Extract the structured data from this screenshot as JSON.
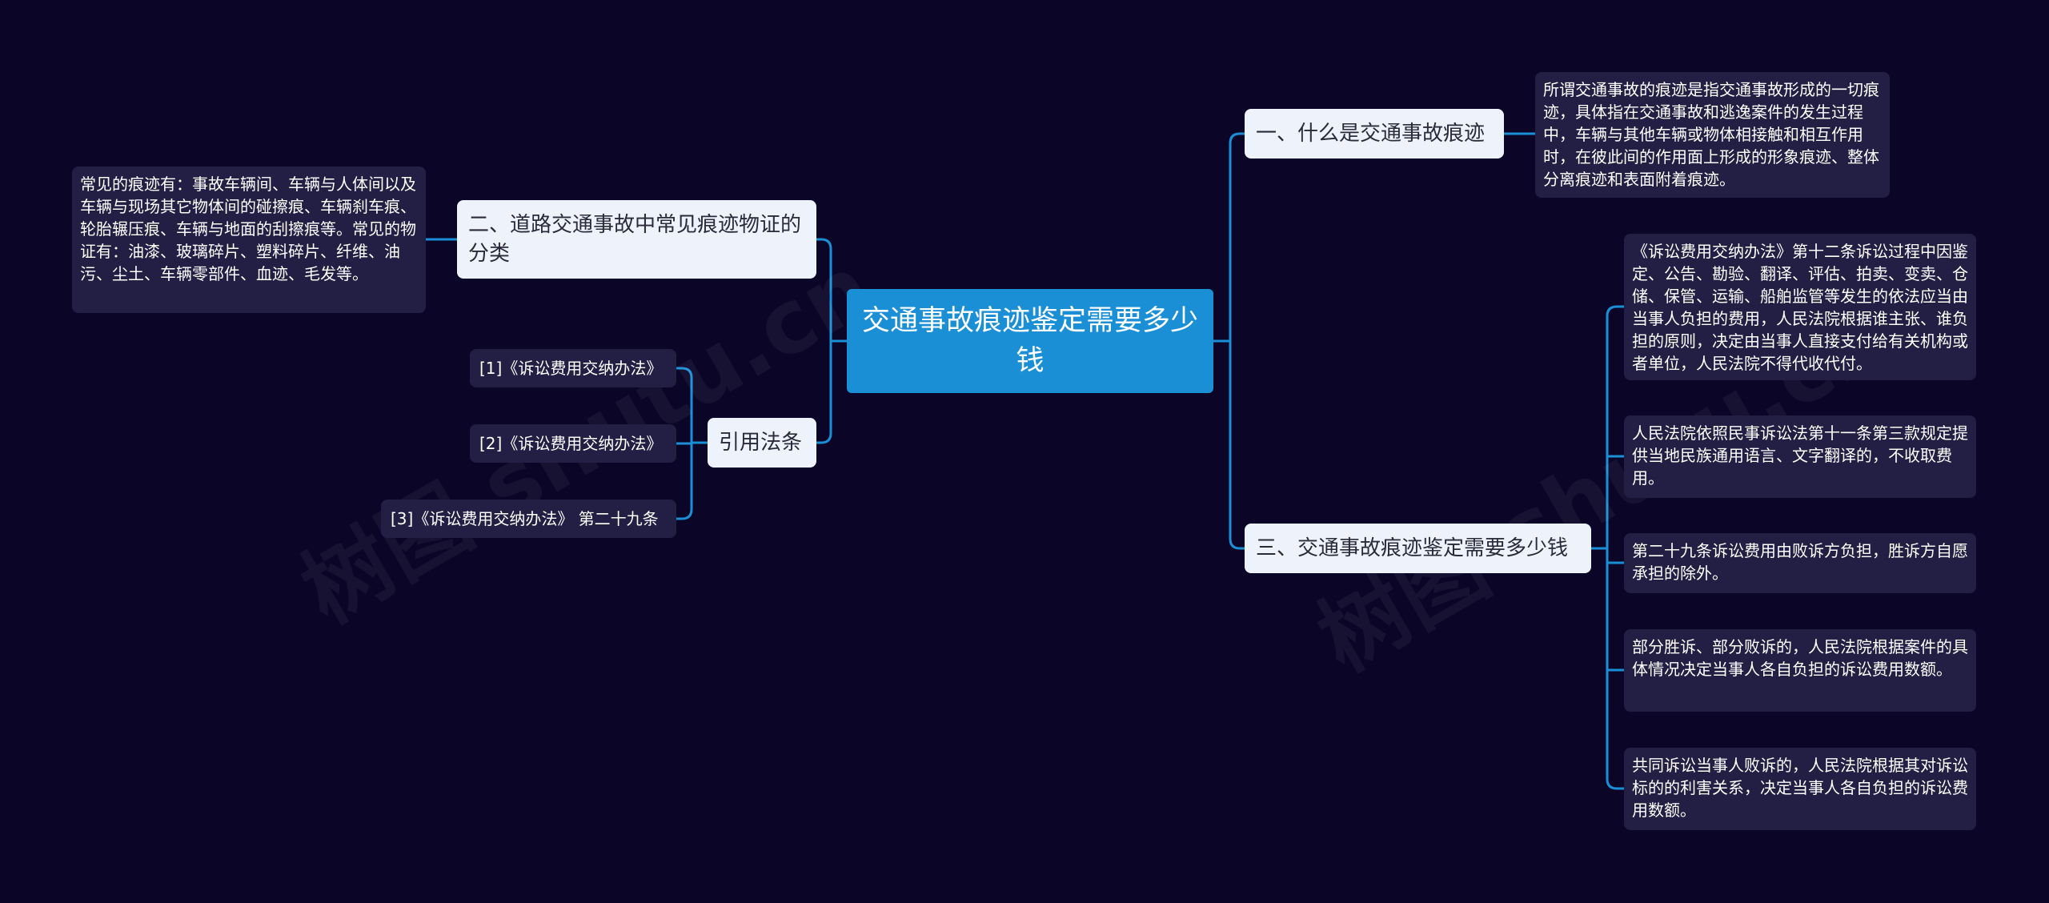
{
  "colors": {
    "background": "#0b0628",
    "root": "#1b8fd6",
    "topic": "#eef2fb",
    "note": "#231e44",
    "line": "#1b8fd6"
  },
  "watermark": "树图 shutu.cn",
  "root": {
    "label": "交通事故痕迹鉴定需要多少钱"
  },
  "branches": {
    "b1": {
      "label": "一、什么是交通事故痕迹",
      "notes": [
        "所谓交通事故的痕迹是指交通事故形成的一切痕迹，具体指在交通事故和逃逸案件的发生过程中，车辆与其他车辆或物体相接触和相互作用时，在彼此间的作用面上形成的形象痕迹、整体分离痕迹和表面附着痕迹。"
      ]
    },
    "b2": {
      "label": "二、道路交通事故中常见痕迹物证的分类",
      "notes": [
        "常见的痕迹有：事故车辆间、车辆与人体间以及车辆与现场其它物体间的碰擦痕、车辆刹车痕、轮胎辗压痕、车辆与地面的刮擦痕等。常见的物证有：油漆、玻璃碎片、塑料碎片、纤维、油污、尘土、车辆零部件、血迹、毛发等。"
      ]
    },
    "b3": {
      "label": "三、交通事故痕迹鉴定需要多少钱",
      "notes": [
        "《诉讼费用交纳办法》第十二条诉讼过程中因鉴定、公告、勘验、翻译、评估、拍卖、变卖、仓储、保管、运输、船舶监管等发生的依法应当由当事人负担的费用，人民法院根据谁主张、谁负担的原则，决定由当事人直接支付给有关机构或者单位，人民法院不得代收代付。",
        "人民法院依照民事诉讼法第十一条第三款规定提供当地民族通用语言、文字翻译的，不收取费用。",
        "第二十九条诉讼费用由败诉方负担，胜诉方自愿承担的除外。",
        "部分胜诉、部分败诉的，人民法院根据案件的具体情况决定当事人各自负担的诉讼费用数额。",
        "共同诉讼当事人败诉的，人民法院根据其对诉讼标的的利害关系，决定当事人各自负担的诉讼费用数额。"
      ]
    },
    "b4": {
      "label": "引用法条",
      "refs": [
        "[1]《诉讼费用交纳办法》",
        "[2]《诉讼费用交纳办法》",
        "[3]《诉讼费用交纳办法》 第二十九条"
      ]
    }
  }
}
